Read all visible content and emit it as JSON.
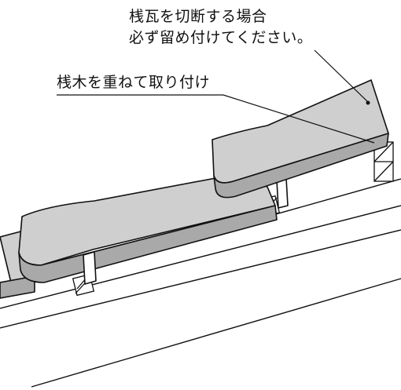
{
  "labels": {
    "cut_tile_line1": "桟瓦を切断する場合",
    "cut_tile_line2": "必ず留め付けてください。",
    "batten_note": "桟木を重ねて取り付け"
  },
  "colors": {
    "tile_body": "#cfcfcf",
    "tile_shadow": "#a9a9a9",
    "outline": "#111111",
    "background": "#ffffff"
  }
}
